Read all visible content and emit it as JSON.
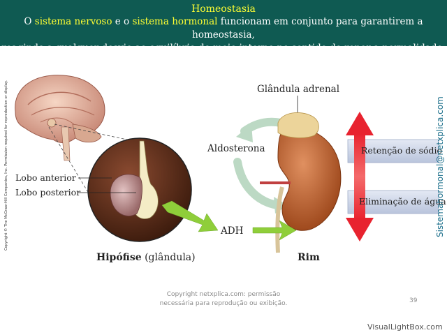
{
  "header": {
    "title": "Homeostasia",
    "line1_a": "O ",
    "line1_b": "sistema nervoso",
    "line1_c": " e o ",
    "line1_d": "sistema hormonal",
    "line1_e": " funcionam em conjunto para garantirem a homeostasia,",
    "line2": "reagindo a qualquer desvio ao equilíbrio do meio interno no sentido de repor a normalidade."
  },
  "labels": {
    "glandula_adrenal": "Glândula adrenal",
    "aldosterona": "Aldosterona",
    "lobo_anterior": "Lobo anterior",
    "lobo_posterior": "Lobo posterior",
    "adh": "ADH",
    "hipofise_bold": "Hipófise",
    "hipofise_rest": " (glândula)",
    "rim": "Rim",
    "retencao": "Retenção de sódio",
    "eliminacao": "Eliminação de água"
  },
  "side_copyright": "Copyright © The McGraw-Hill Companies, Inc. Permission required for reproduction or display.",
  "side_watermark": "Sistemahormonal@netxplica.com",
  "footer": {
    "line1": "Copyright netxplica.com: permissão",
    "line2": "necessária para reprodução ou exibição.",
    "page_number": "39",
    "brand": "VisualLightBox.com"
  },
  "colors": {
    "header_bg": "#0f5a52",
    "highlight": "#ffff33",
    "arrow_red": "#e8232f",
    "arrow_green": "#8fce3a",
    "arrow_pale": "#bcd9c4",
    "band": "#cfd8ea"
  }
}
